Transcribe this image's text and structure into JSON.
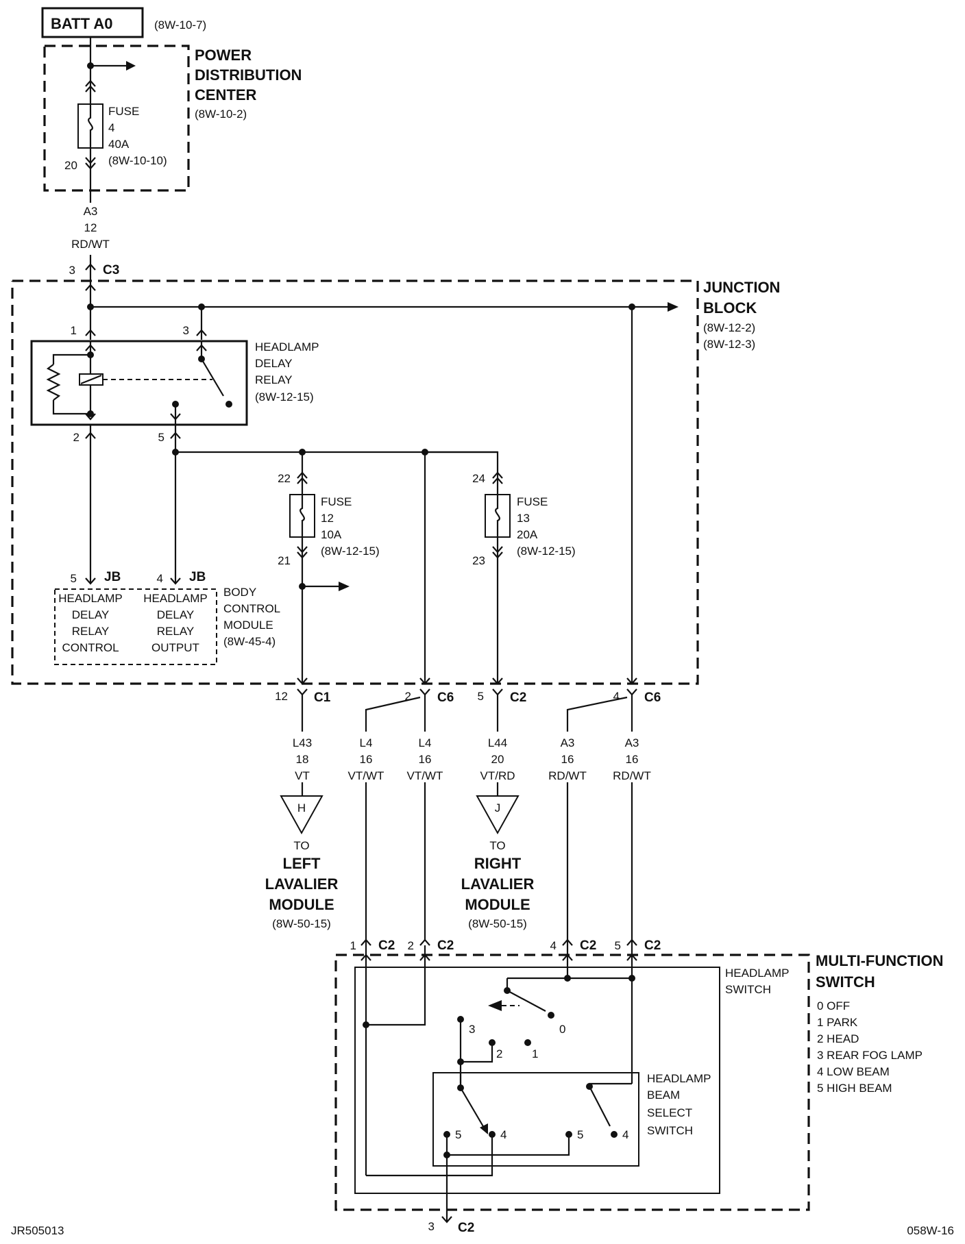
{
  "batt": {
    "label": "BATT A0",
    "ref": "(8W-10-7)"
  },
  "pdc": {
    "l1": "POWER",
    "l2": "DISTRIBUTION",
    "l3": "CENTER",
    "ref": "(8W-10-2)",
    "fuse_l1": "FUSE",
    "fuse_l2": "4",
    "fuse_l3": "40A",
    "fuse_l4": "(8W-10-10)",
    "pin_out": "20"
  },
  "wire_a3_top": {
    "circuit": "A3",
    "gauge": "12",
    "color": "RD/WT"
  },
  "c3": {
    "pin": "3",
    "name": "C3"
  },
  "jb": {
    "l1": "JUNCTION",
    "l2": "BLOCK",
    "ref1": "(8W-12-2)",
    "ref2": "(8W-12-3)"
  },
  "relay": {
    "l1": "HEADLAMP",
    "l2": "DELAY",
    "l3": "RELAY",
    "ref": "(8W-12-15)",
    "pin1": "1",
    "pin3": "3",
    "pin2": "2",
    "pin5": "5"
  },
  "fuse12": {
    "in": "22",
    "out": "21",
    "l1": "FUSE",
    "l2": "12",
    "l3": "10A",
    "l4": "(8W-12-15)"
  },
  "fuse13": {
    "in": "24",
    "out": "23",
    "l1": "FUSE",
    "l2": "13",
    "l3": "20A",
    "l4": "(8W-12-15)"
  },
  "bcm": {
    "pin_a": "5",
    "pin_b": "4",
    "conn": "JB",
    "ctrl": [
      "HEADLAMP",
      "DELAY",
      "RELAY",
      "CONTROL"
    ],
    "out": [
      "HEADLAMP",
      "DELAY",
      "RELAY",
      "OUTPUT"
    ],
    "name": [
      "BODY",
      "CONTROL",
      "MODULE",
      "(8W-45-4)"
    ]
  },
  "jb_conn": {
    "c1_pin": "12",
    "c1": "C1",
    "c6a_pin": "2",
    "c6a": "C6",
    "c2_pin": "5",
    "c2": "C2",
    "c6b_pin": "4",
    "c6b": "C6"
  },
  "wires": [
    {
      "circuit": "L43",
      "gauge": "18",
      "color": "VT"
    },
    {
      "circuit": "L4",
      "gauge": "16",
      "color": "VT/WT"
    },
    {
      "circuit": "L4",
      "gauge": "16",
      "color": "VT/WT"
    },
    {
      "circuit": "L44",
      "gauge": "20",
      "color": "VT/RD"
    },
    {
      "circuit": "A3",
      "gauge": "16",
      "color": "RD/WT"
    },
    {
      "circuit": "A3",
      "gauge": "16",
      "color": "RD/WT"
    }
  ],
  "left_lav": {
    "letter": "H",
    "to": "TO",
    "l1": "LEFT",
    "l2": "LAVALIER",
    "l3": "MODULE",
    "ref": "(8W-50-15)"
  },
  "right_lav": {
    "letter": "J",
    "to": "TO",
    "l1": "RIGHT",
    "l2": "LAVALIER",
    "l3": "MODULE",
    "ref": "(8W-50-15)"
  },
  "mfs_conn": {
    "p1": "1",
    "p2": "2",
    "p4": "4",
    "p5": "5",
    "name": "C2",
    "bottom_pin": "3",
    "bottom": "C2"
  },
  "mfs": {
    "l1": "MULTI-FUNCTION",
    "l2": "SWITCH",
    "positions": [
      "0 OFF",
      "1 PARK",
      "2 HEAD",
      "3 REAR FOG LAMP",
      "4 LOW BEAM",
      "5 HIGH BEAM"
    ]
  },
  "hs": {
    "l1": "HEADLAMP",
    "l2": "SWITCH",
    "pos0": "0",
    "pos1": "1",
    "pos2": "2",
    "pos3": "3"
  },
  "bss": {
    "l1": "HEADLAMP",
    "l2": "BEAM",
    "l3": "SELECT",
    "l4": "SWITCH",
    "a5": "5",
    "a4": "4",
    "b5": "5",
    "b4": "4"
  },
  "footer": {
    "left": "JR505013",
    "right": "058W-16"
  }
}
